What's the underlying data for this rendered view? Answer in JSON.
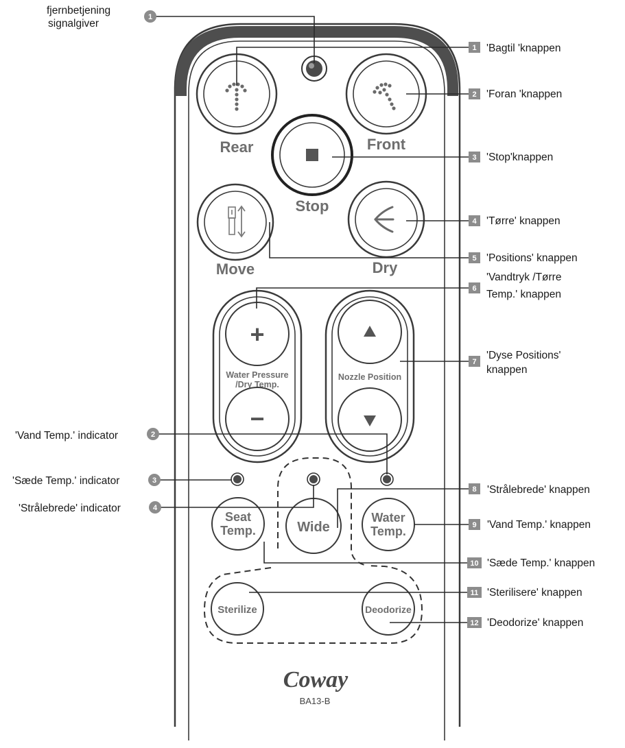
{
  "remote": {
    "brand": "Coway",
    "model": "BA13-B",
    "buttons": {
      "rear": "Rear",
      "front": "Front",
      "stop": "Stop",
      "move": "Move",
      "dry": "Dry",
      "water_pressure_line1": "Water Pressure",
      "water_pressure_line2": "/Dry Temp.",
      "plus": "+",
      "minus": "−",
      "nozzle_position": "Nozzle Position",
      "seat_temp_line1": "Seat",
      "seat_temp_line2": "Temp.",
      "wide": "Wide",
      "water_temp_line1": "Water",
      "water_temp_line2": "Temp.",
      "sterilize": "Sterilize",
      "deodorize": "Deodorize"
    }
  },
  "indicator_callouts": [
    {
      "num": "1",
      "line1": "fjernbetjening",
      "line2": "signalgiver"
    },
    {
      "num": "2",
      "line1": "'Vand Temp.' indicator"
    },
    {
      "num": "3",
      "line1": "'Sæde Temp.' indicator"
    },
    {
      "num": "4",
      "line1": "'Strålebrede' indicator"
    }
  ],
  "button_callouts": [
    {
      "num": "1",
      "line1": "'Bagtil 'knappen"
    },
    {
      "num": "2",
      "line1": "'Foran 'knappen"
    },
    {
      "num": "3",
      "line1": "'Stop'knappen"
    },
    {
      "num": "4",
      "line1": "'Tørre' knappen"
    },
    {
      "num": "5",
      "line1": "'Positions' knappen"
    },
    {
      "num": "6",
      "line1": "'Vandtryk /Tørre",
      "line2": "Temp.' knappen"
    },
    {
      "num": "7",
      "line1": "'Dyse Positions'",
      "line2": "knappen"
    },
    {
      "num": "8",
      "line1": "'Strålebrede' knappen"
    },
    {
      "num": "9",
      "line1": "'Vand Temp.' knappen"
    },
    {
      "num": "10",
      "line1": "'Sæde Temp.' knappen"
    },
    {
      "num": "11",
      "line1": "'Sterilisere' knappen"
    },
    {
      "num": "12",
      "line1": "'Deodorize' knappen"
    }
  ]
}
